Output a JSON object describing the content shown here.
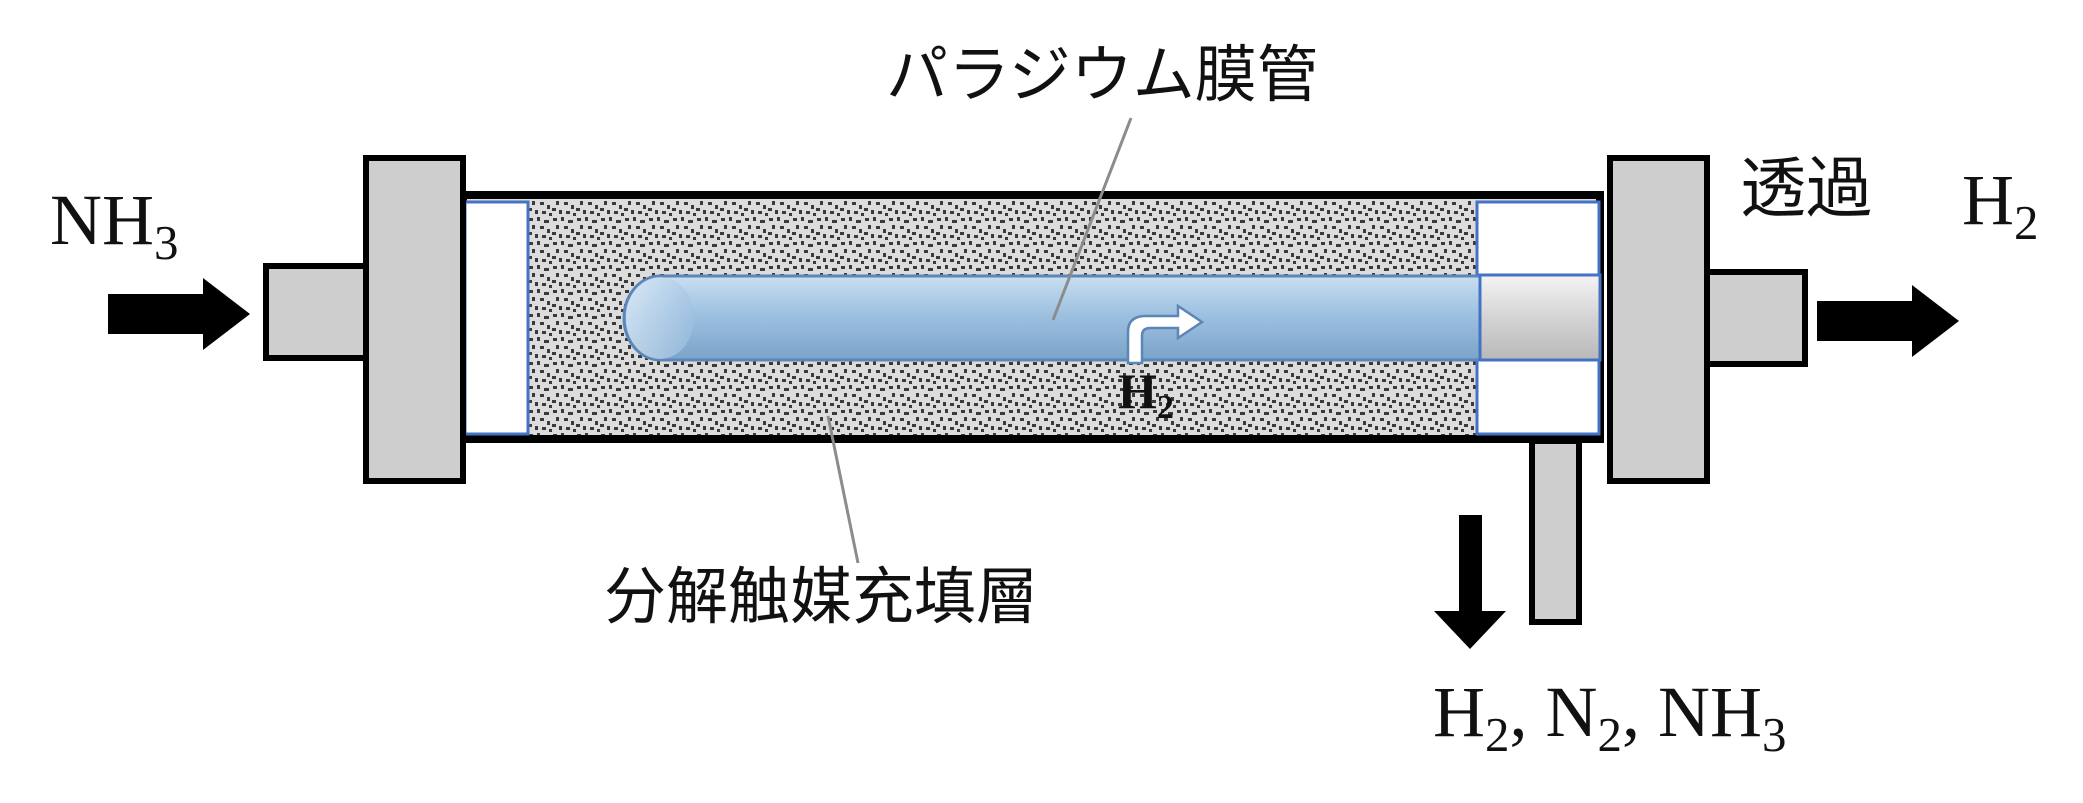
{
  "title": "パラジウム膜管",
  "labels": {
    "inlet_main": "NH",
    "inlet_sub": "3",
    "permeate_word": "透過",
    "permeate_main": "H",
    "permeate_sub": "2",
    "membrane_h2_main": "H",
    "membrane_h2_sub": "2",
    "catalyst_layer": "分解触媒充填層",
    "outlet_h2": "H",
    "outlet_h2_sub": "2",
    "outlet_sep1": ", ",
    "outlet_n2": "N",
    "outlet_n2_sub": "2",
    "outlet_sep2": ", ",
    "outlet_nh": "NH",
    "outlet_nh_sub": "3"
  },
  "colors": {
    "flange": "#cfcecf",
    "outline": "#000000",
    "catalyst_bg": "#dcdcdc",
    "catalyst_speckle": "#3a3a3a",
    "tube_light": "#c9dff1",
    "tube_mid": "#9ec1e1",
    "tube_dark": "#7ba3c9",
    "tube_edge": "#5b86b8",
    "end_cap_blue": "#4472c4",
    "leader_line": "#8c8c8c",
    "arrow": "#000000"
  }
}
